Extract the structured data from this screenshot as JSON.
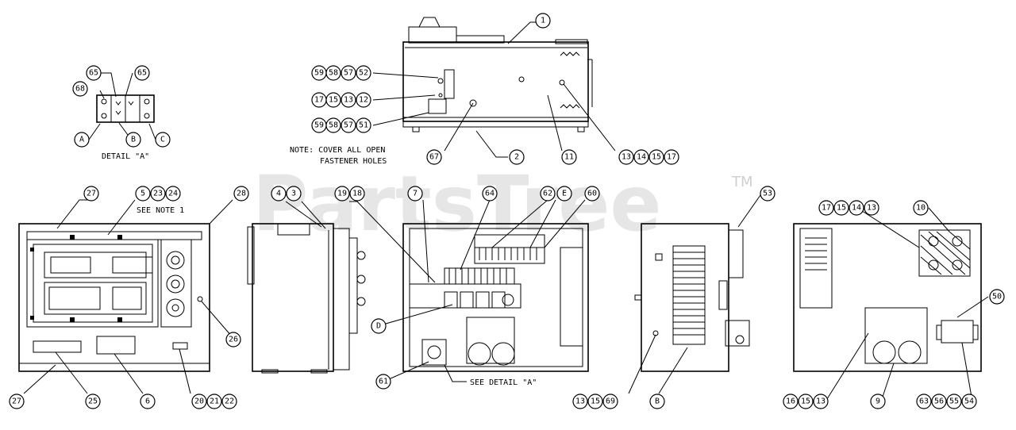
{
  "watermark": {
    "text": "PartsTree",
    "trademark": "TM"
  },
  "notes": {
    "detail_a_title": "DETAIL \"A\"",
    "cover_note_line1": "NOTE: COVER ALL OPEN",
    "cover_note_line2": "FASTENER HOLES",
    "see_note": "SEE NOTE 1",
    "see_detail": "SEE DETAIL \"A\""
  },
  "callouts": {
    "c1": "1",
    "c2": "2",
    "c11": "11",
    "c67": "67",
    "c59a": "59",
    "c58a": "58",
    "c57a": "57",
    "c52": "52",
    "c17a": "17",
    "c15a": "15",
    "c13a": "13",
    "c12": "12",
    "c59b": "59",
    "c58b": "58",
    "c57b": "57",
    "c51": "51",
    "c13b": "13",
    "c14a": "14",
    "c15b": "15",
    "c17b": "17",
    "c65a": "65",
    "c65b": "65",
    "c68a": "68",
    "cA": "A",
    "cB": "B",
    "cC": "C",
    "c27a": "27",
    "c5": "5",
    "c23": "23",
    "c24": "24",
    "c28a": "28",
    "c26": "26",
    "c27b": "27",
    "c25": "25",
    "c6": "6",
    "c20": "20",
    "c21": "21",
    "c22": "22",
    "c4": "4",
    "c3": "3",
    "c19": "19",
    "c18": "18",
    "c7": "7",
    "c64": "64",
    "c62": "62",
    "cE": "E",
    "c60": "60",
    "cD": "D",
    "c61": "61",
    "c53": "53",
    "c13c": "13",
    "c15c": "15",
    "c69": "69",
    "cB2": "B",
    "c17c": "17",
    "c15d": "15",
    "c14b": "14",
    "c13d": "13",
    "c10": "10",
    "c50": "50",
    "c16": "16",
    "c15e": "15",
    "c13e": "13",
    "c9": "9",
    "c63": "63",
    "c56": "56",
    "c55": "55",
    "c54": "54"
  }
}
